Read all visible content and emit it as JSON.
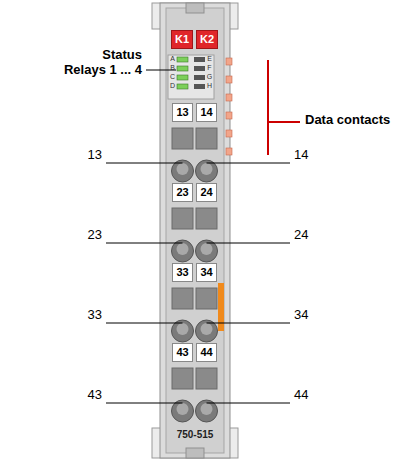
{
  "diagram": {
    "nodes": [
      {
        "text": [
          "750-515"
        ]
      },
      {
        "text": [
          "K1"
        ],
        "in": 0
      },
      {
        "text": [
          "K2"
        ],
        "in": 0
      },
      {
        "text": [
          "13"
        ],
        "in": 0
      },
      {
        "text": [
          "14"
        ],
        "in": 0
      },
      {
        "text": [
          "23"
        ],
        "in": 0
      },
      {
        "text": [
          "24"
        ],
        "in": 0
      },
      {
        "text": [
          "33"
        ],
        "in": 0
      },
      {
        "text": [
          "34"
        ],
        "in": 0
      },
      {
        "text": [
          "43"
        ],
        "in": 0
      },
      {
        "text": [
          "44"
        ],
        "in": 0
      }
    ],
    "labels": [
      "Status Relays 1 ... 4",
      "A",
      "B",
      "C",
      "D",
      "E",
      "F",
      "G",
      "H",
      "Data contacts",
      "13",
      "14",
      "23",
      "24",
      "33",
      "34",
      "43",
      "44"
    ]
  }
}
